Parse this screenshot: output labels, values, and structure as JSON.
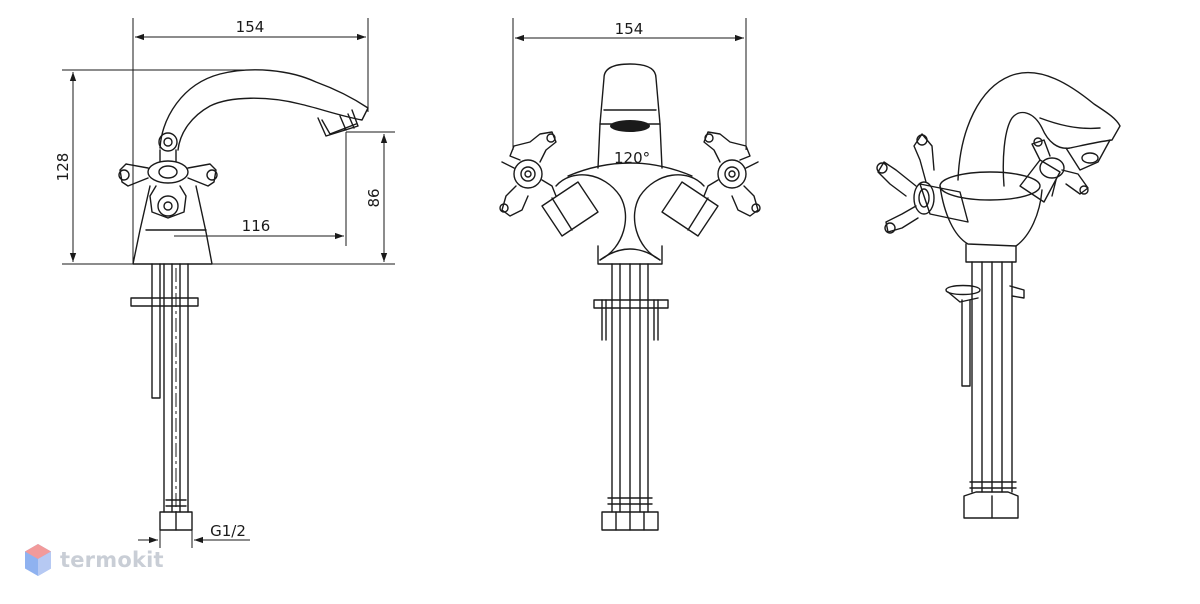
{
  "drawing": {
    "side_view": {
      "overall_width": "154",
      "overall_height": "128",
      "spout_height": "86",
      "spout_reach": "116",
      "thread": "G1/2"
    },
    "front_view": {
      "overall_width": "154",
      "handle_angle": "120°"
    }
  },
  "logo": {
    "text": "termokit",
    "colors": [
      "#f29a9a",
      "#8fb2f0",
      "#c9ced6"
    ]
  }
}
